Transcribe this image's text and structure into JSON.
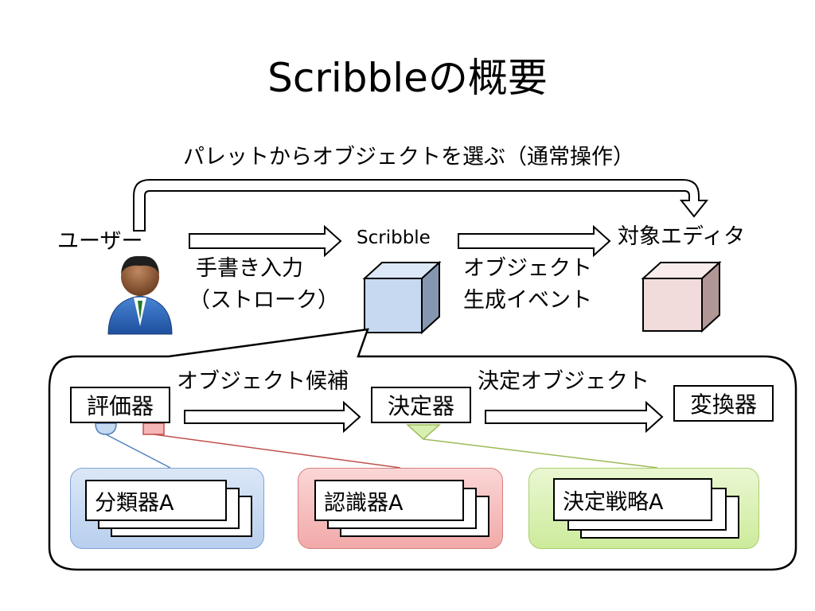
{
  "title": "Scribbleの概要",
  "top_flow": {
    "label": "パレットからオブジェクトを選ぶ（通常操作）"
  },
  "user": {
    "label": "ユーザー"
  },
  "input_arrow": {
    "label_line1": "手書き入力",
    "label_line2": "（ストローク）"
  },
  "scribble": {
    "label": "Scribble"
  },
  "event_arrow": {
    "label_line1": "オブジェクト",
    "label_line2": "生成イベント"
  },
  "target_editor": {
    "label": "対象エディタ"
  },
  "pipeline": {
    "evaluator": "評価器",
    "candidates_label": "オブジェクト候補",
    "decider": "決定器",
    "decided_label": "決定オブジェクト",
    "converter": "変換器"
  },
  "modules": {
    "classifier": "分類器A",
    "recognizer": "認識器A",
    "strategy": "決定戦略A"
  },
  "colors": {
    "cube_blue": "#c6d9f1",
    "cube_pink": "#f2dcdb",
    "panel_blue": "#c5d9f1",
    "panel_red": "#f4b6b6",
    "panel_green": "#d7f0b0",
    "line_blue": "#4f81bd",
    "line_red": "#c0504d",
    "line_green": "#9bbb59"
  }
}
